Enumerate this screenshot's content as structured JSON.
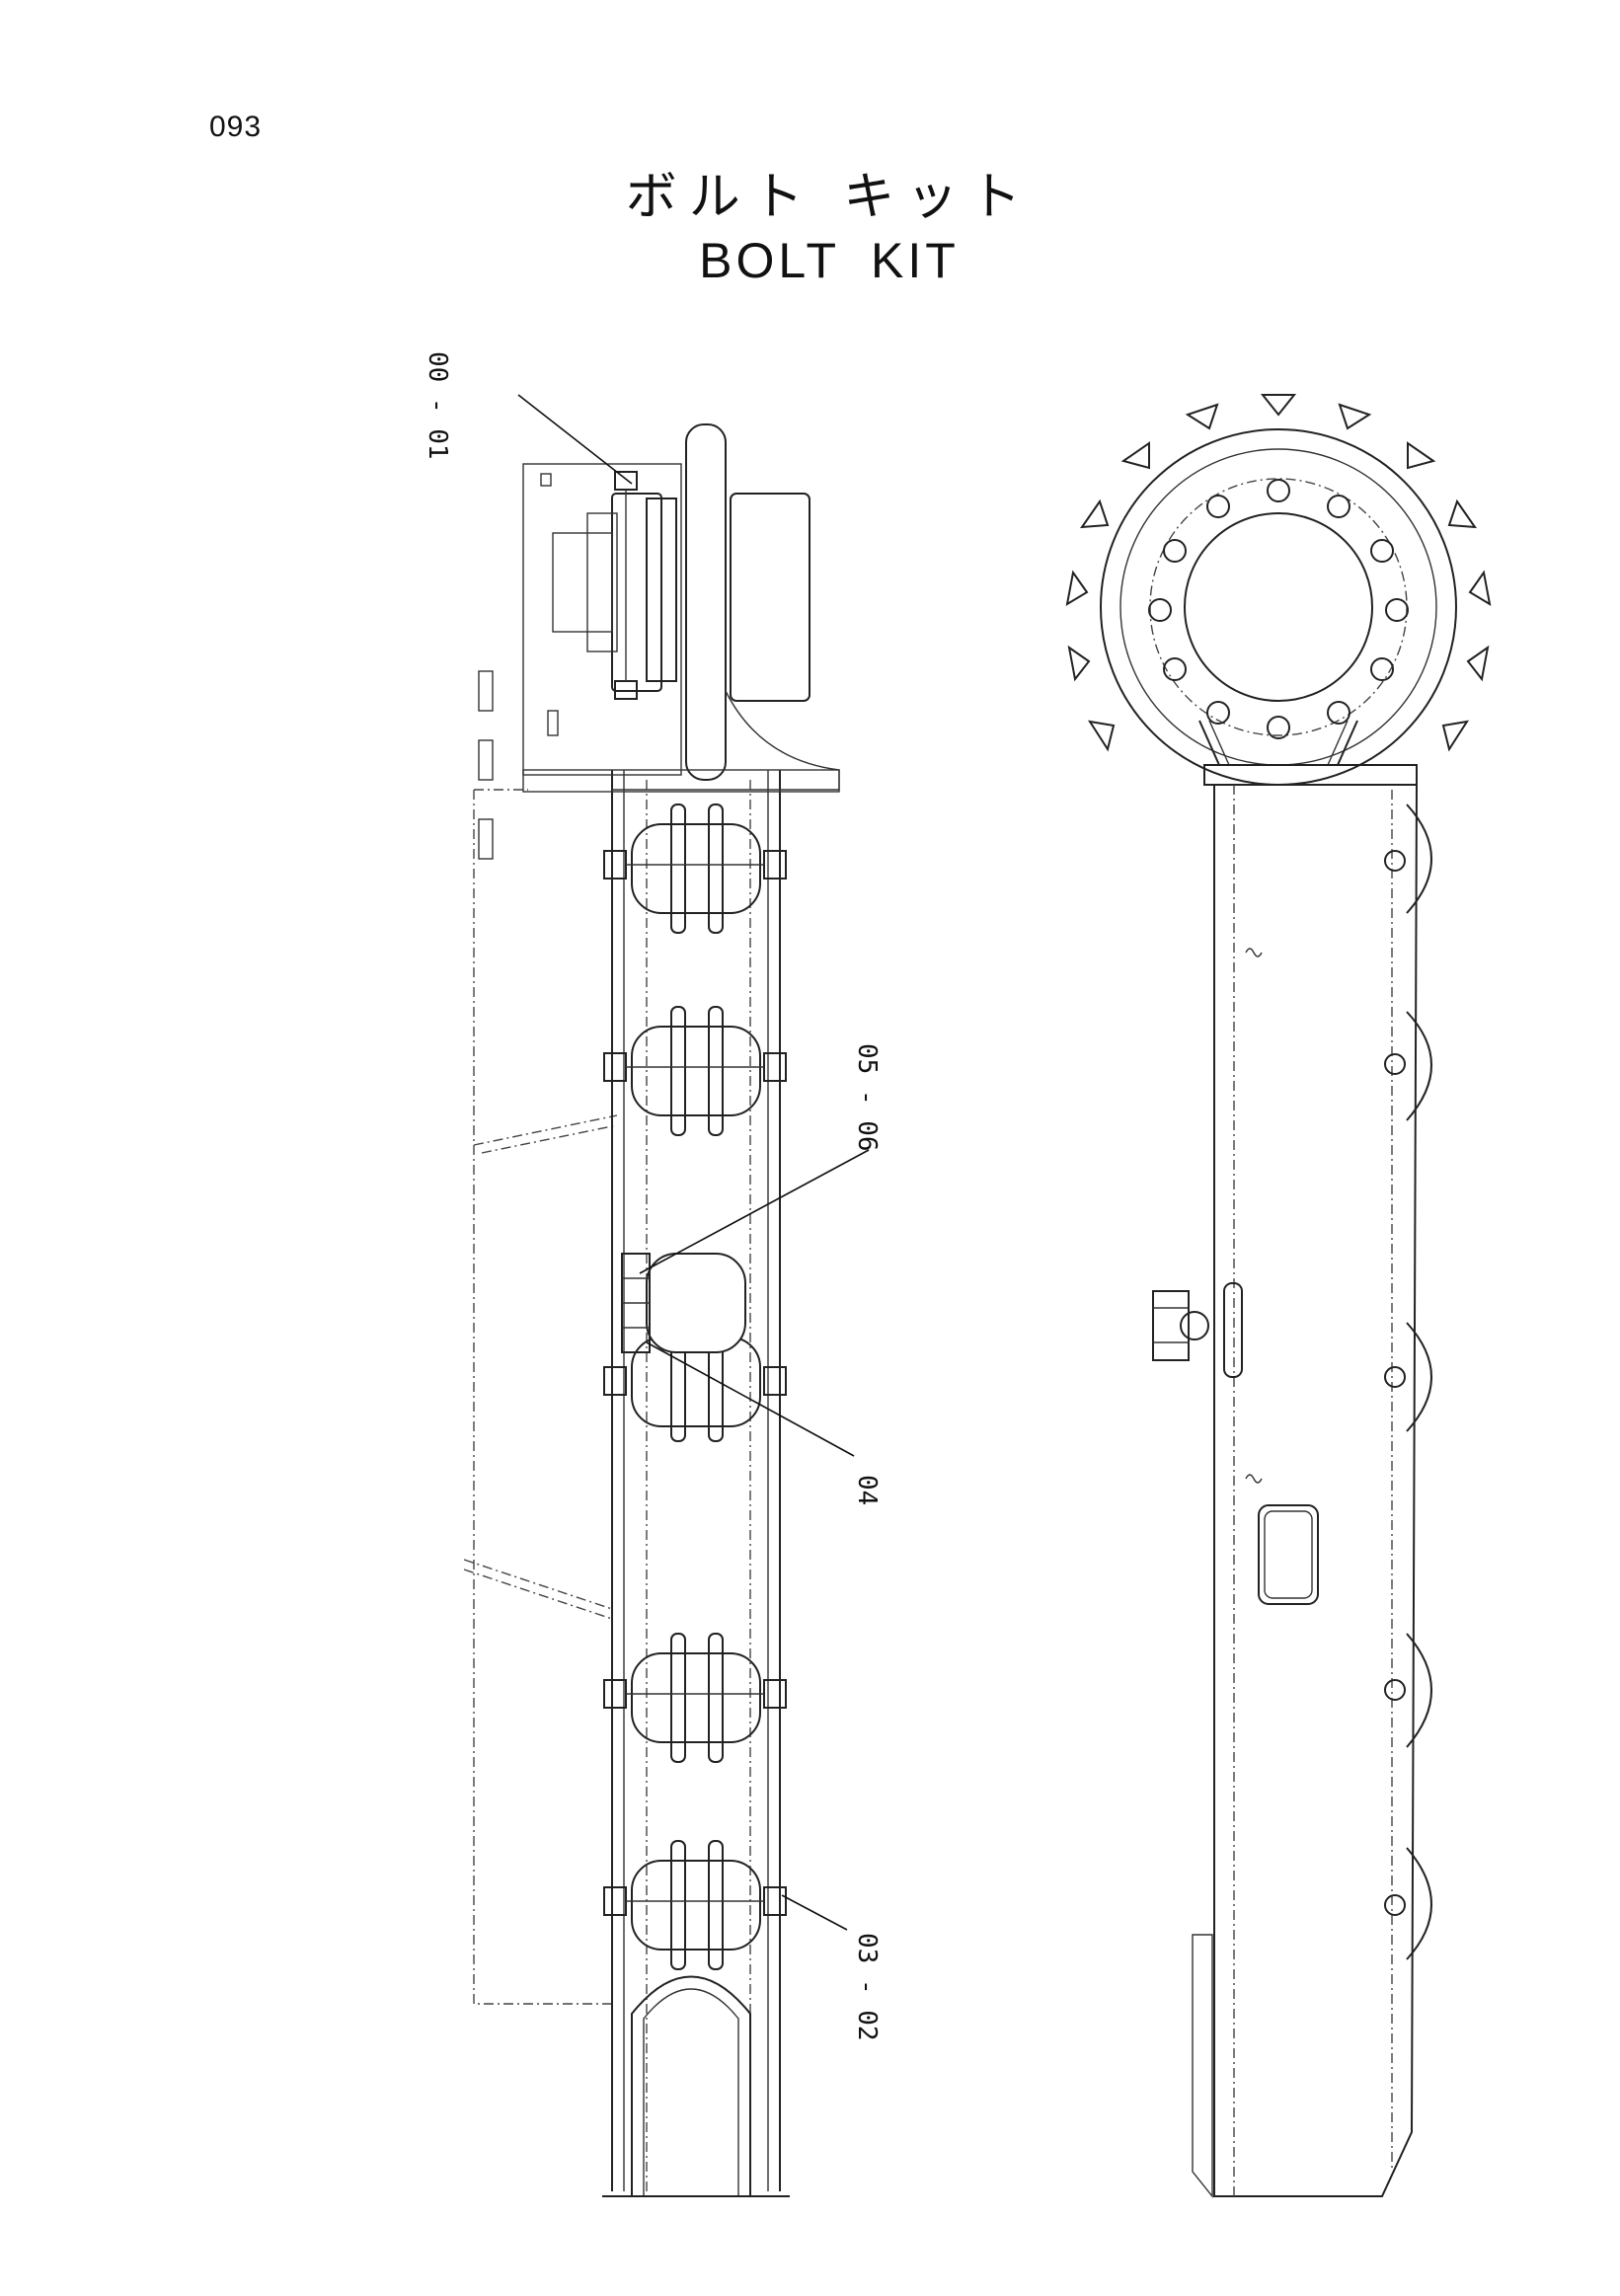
{
  "page": {
    "number": "093"
  },
  "title": {
    "japanese": "ボルト キット",
    "english": "BOLT KIT"
  },
  "callouts": {
    "c1": "00 - 01",
    "c2": "05 - 06",
    "c3": "04",
    "c4": "03 - 02"
  },
  "colors": {
    "ink": "#222222",
    "paper": "#ffffff"
  }
}
